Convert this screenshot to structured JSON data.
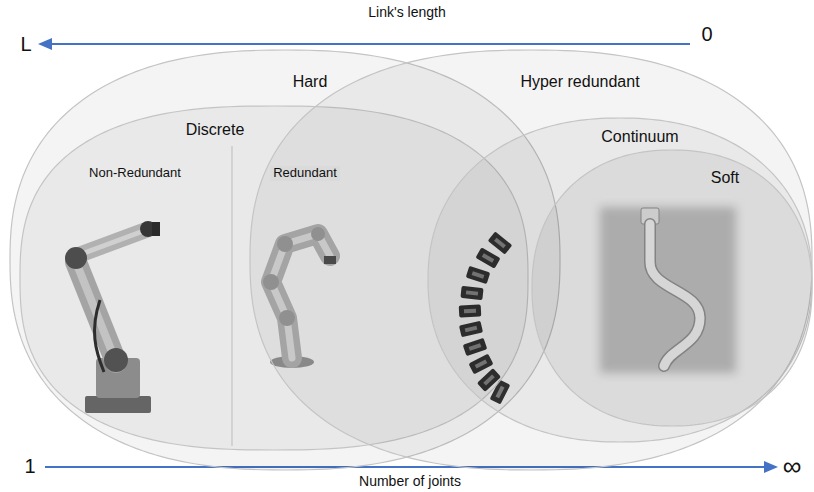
{
  "diagram": {
    "nodes": [
      {
        "text": [
          "Hard"
        ]
      },
      {
        "text": [
          "Discrete"
        ],
        "in": 0
      },
      {
        "text": [
          "Non-Redundant"
        ],
        "in": 1
      },
      {
        "text": [
          "Redundant"
        ],
        "in": 1
      },
      {
        "text": [
          "Hyper redundant"
        ]
      },
      {
        "text": [
          "Continuum"
        ],
        "in": 4
      },
      {
        "text": [
          "Soft"
        ],
        "in": 5
      }
    ],
    "labels": [
      "Link's length",
      "L",
      "0",
      "1",
      "∞",
      "Number of joints"
    ]
  }
}
